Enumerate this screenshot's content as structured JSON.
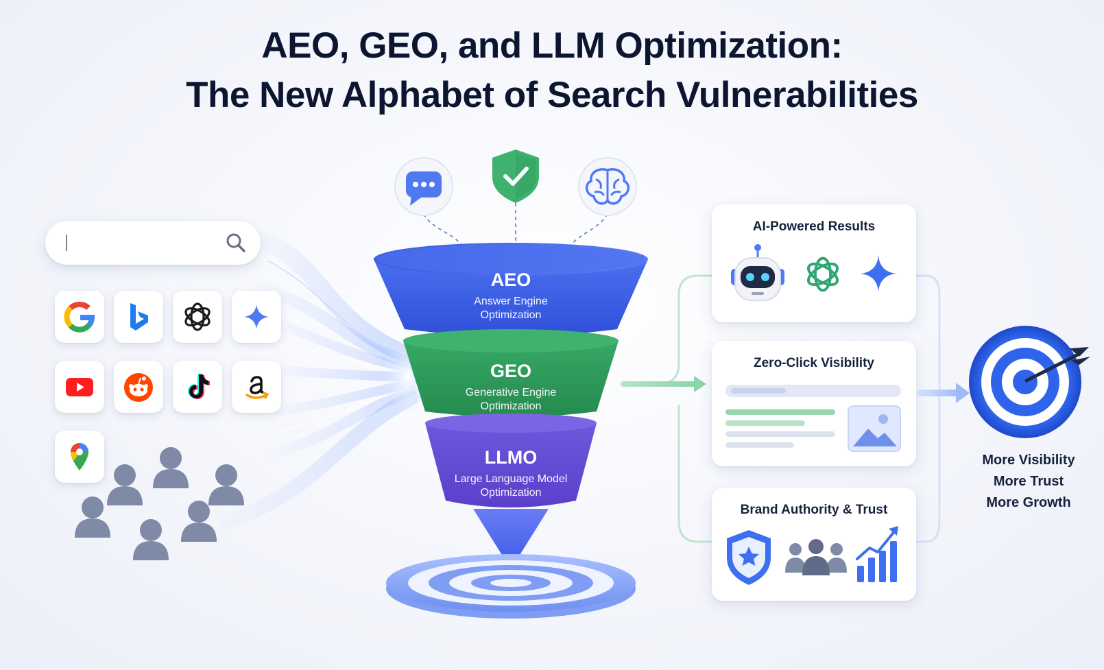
{
  "title": {
    "line1": "AEO, GEO, and LLM Optimization:",
    "line2": "The New Alphabet of Search Vulnerabilities"
  },
  "colors": {
    "aeo": "#3b5ee6",
    "geo": "#2f9e5f",
    "llmo": "#6a52d8",
    "accent": "#2c6cf6"
  },
  "search": {
    "icon": "search-icon"
  },
  "platforms": [
    "google-icon",
    "bing-icon",
    "chatgpt-icon",
    "gemini-icon",
    "youtube-icon",
    "reddit-icon",
    "tiktok-icon",
    "amazon-icon",
    "google-maps-icon"
  ],
  "top_icons": [
    "chat-icon",
    "shield-check-icon",
    "brain-icon"
  ],
  "funnel": [
    {
      "acronym": "AEO",
      "line1": "Answer Engine",
      "line2": "Optimization"
    },
    {
      "acronym": "GEO",
      "line1": "Generative Engine",
      "line2": "Optimization"
    },
    {
      "acronym": "LLMO",
      "line1": "Large Language Model",
      "line2": "Optimization"
    }
  ],
  "cards": [
    {
      "title": "AI-Powered Results",
      "icons": [
        "robot-icon",
        "chatgpt-icon",
        "sparkle-icon"
      ]
    },
    {
      "title": "Zero-Click Visibility",
      "icons": [
        "image-icon"
      ]
    },
    {
      "title": "Brand Authority & Trust",
      "icons": [
        "shield-star-icon",
        "people-icon",
        "growth-chart-icon"
      ]
    }
  ],
  "outcome": {
    "lines": [
      "More Visibility",
      "More Trust",
      "More Growth"
    ],
    "icon": "target-icon"
  }
}
